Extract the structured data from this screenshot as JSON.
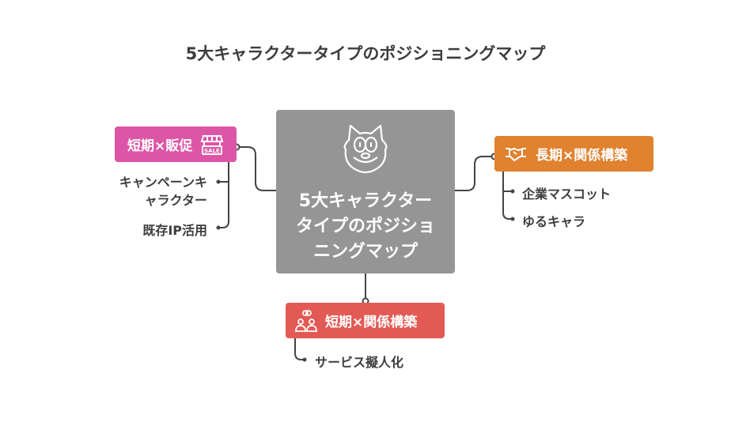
{
  "title": "5大キャラクタータイプのポジショニングマップ",
  "center": {
    "label": "5大キャラクタータイプのポジショニングマップ",
    "icon": "cat-face-icon",
    "color": "#959595"
  },
  "branches": [
    {
      "label": "短期×販促",
      "icon": "sale-shop-icon",
      "color": "#dd56a6",
      "children": [
        "キャンペーンキャラクター",
        "既存IP活用"
      ]
    },
    {
      "label": "長期×関係構築",
      "icon": "handshake-icon",
      "color": "#e0822f",
      "children": [
        "企業マスコット",
        "ゆるキャラ"
      ]
    },
    {
      "label": "短期×関係構築",
      "icon": "people-ring-icon",
      "color": "#e35a55",
      "children": [
        "サービス擬人化"
      ]
    }
  ]
}
